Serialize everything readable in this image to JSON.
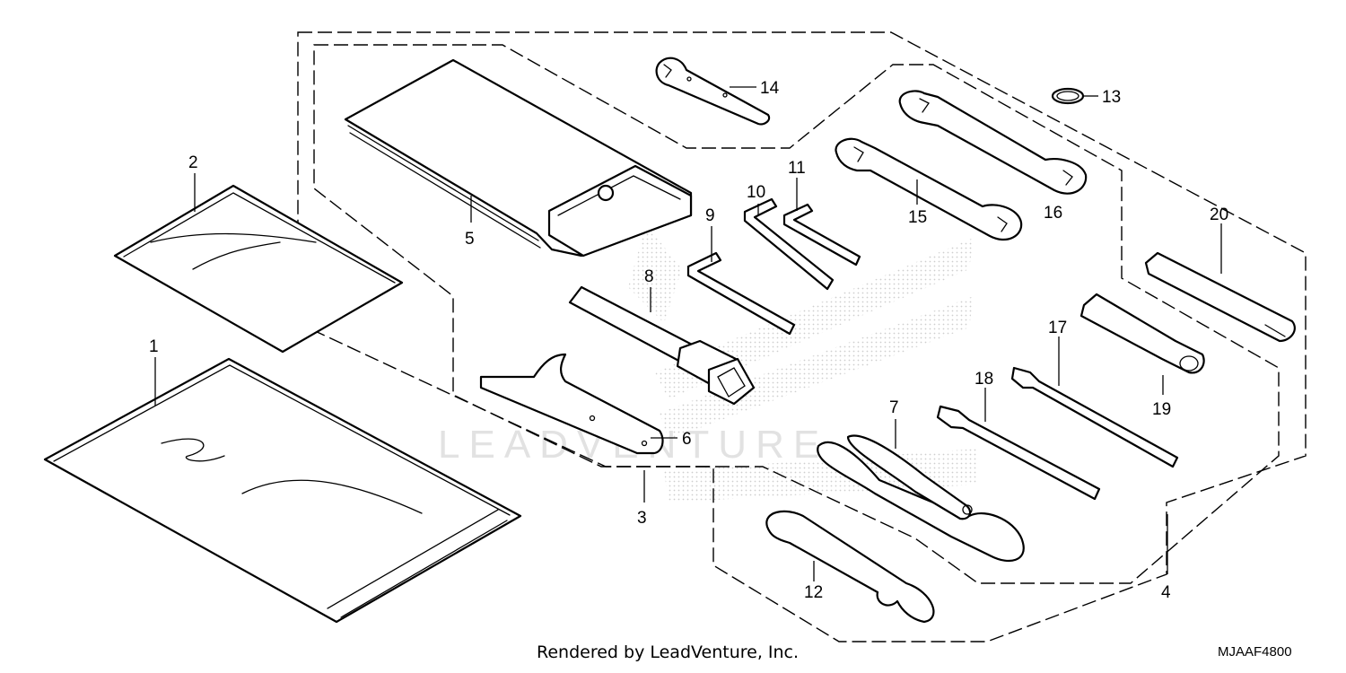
{
  "diagram": {
    "callouts": [
      "1",
      "2",
      "3",
      "4",
      "5",
      "6",
      "7",
      "8",
      "9",
      "10",
      "11",
      "12",
      "13",
      "14",
      "15",
      "16",
      "17",
      "18",
      "19",
      "20"
    ],
    "watermark": "LEADVENTURE"
  },
  "footer": {
    "credit": "Rendered by LeadVenture, Inc.",
    "diagram_code": "MJAAF4800"
  },
  "colors": {
    "line": "#000000",
    "background": "#ffffff",
    "watermark": "#d8d8d8"
  }
}
